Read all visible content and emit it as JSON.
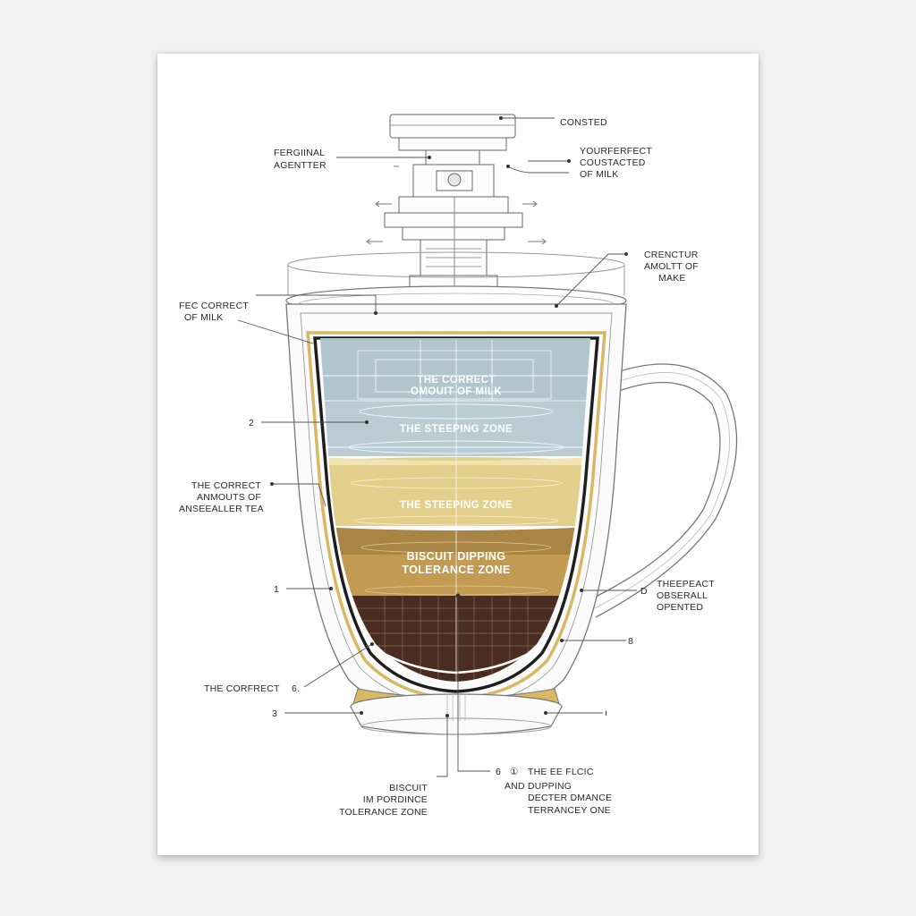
{
  "callouts": {
    "consted": "CONSTED",
    "ferginal_1": "FERGIINAL",
    "ferginal_2": "AGENTTER",
    "yourperfect_1": "YOURFERFECT",
    "yourperfect_2": "COUSTACTED",
    "yourperfect_3": "OF MILK",
    "crenctur_1": "CRENCTUR",
    "crenctur_2": "AMOLTT OF",
    "crenctur_3": "MAKE",
    "fec_1": "FEC CORRECT",
    "fec_2": "OF MILK",
    "num_2": "2",
    "correct_amounts_1": "THE CORRECT",
    "correct_amounts_2": "ANMOUTS OF",
    "correct_amounts_3": "ANSEEALLER TEA",
    "num_1": "1",
    "theepeact_d": "D",
    "theepeact_1": "THEEPEACT",
    "theepeact_2": "OBSERALL",
    "theepeact_3": "OPENTED",
    "num_8": "8",
    "corfrect": "THE CORFRECT",
    "num_6": "6.",
    "num_3": "3",
    "num_i": "ı",
    "biscuit_1": "BISCUIT",
    "biscuit_2": "IM PORDINCE",
    "biscuit_3": "TOLERANCE ZONE",
    "bottom_6": "6",
    "bottom_circle": "①",
    "and_dupping": "AND DUPPING",
    "thee_flcic": "THE EE FLCIC",
    "decter": "DECTER DMANCE",
    "terrancey": "TERRANCEY ONE"
  },
  "zones": {
    "milk_1": "THE CORRECT",
    "milk_2": "OMOUIT OF MILK",
    "steeping_upper": "THE STEEPING ZONE",
    "steeping_lower": "THE STEEPING ZONE",
    "biscuit_1": "BISCUIT DIPPING",
    "biscuit_2": "TOLERANCE ZONE"
  },
  "colors": {
    "milk": "#b9ccd3",
    "milk_deep": "#a9bfc8",
    "tea_light": "#e3cf8c",
    "tea_mid": "#d9bd72",
    "biscuit": "#a98545",
    "biscuit_deep": "#c29a52",
    "base_dark": "#4a2c20",
    "gold": "#d8b864",
    "line": "#555555"
  }
}
